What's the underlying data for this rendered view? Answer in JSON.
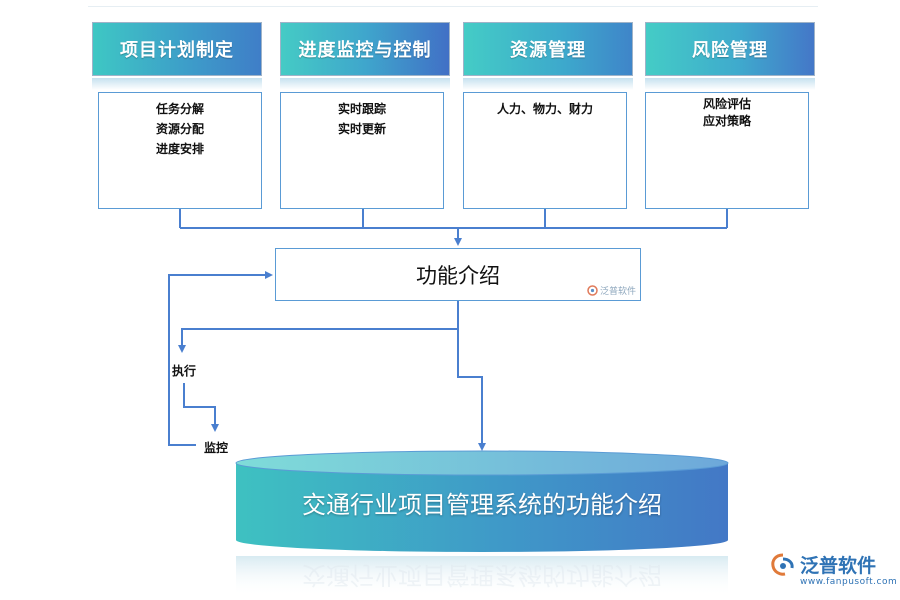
{
  "modules": [
    {
      "title": "项目计划制定",
      "items": [
        "任务分解",
        "资源分配",
        "进度安排"
      ]
    },
    {
      "title": "进度监控与控制",
      "items": [
        "实时跟踪",
        "实时更新"
      ]
    },
    {
      "title": "资源管理",
      "items": [
        "人力、物力、财力"
      ]
    },
    {
      "title": "风险管理",
      "items": [
        "风险评估",
        "应对策略"
      ]
    }
  ],
  "center": {
    "title": "功能介绍",
    "watermark": "泛普软件"
  },
  "flow": {
    "execute": "执行",
    "monitor": "监控"
  },
  "database": {
    "title": "交通行业项目管理系统的功能介绍"
  },
  "brand": {
    "name": "泛普软件",
    "url": "www.fanpusoft.com"
  },
  "colors": {
    "teal": "#3ec7c4",
    "blue": "#3f7ec8",
    "line": "#4a7fcf"
  }
}
